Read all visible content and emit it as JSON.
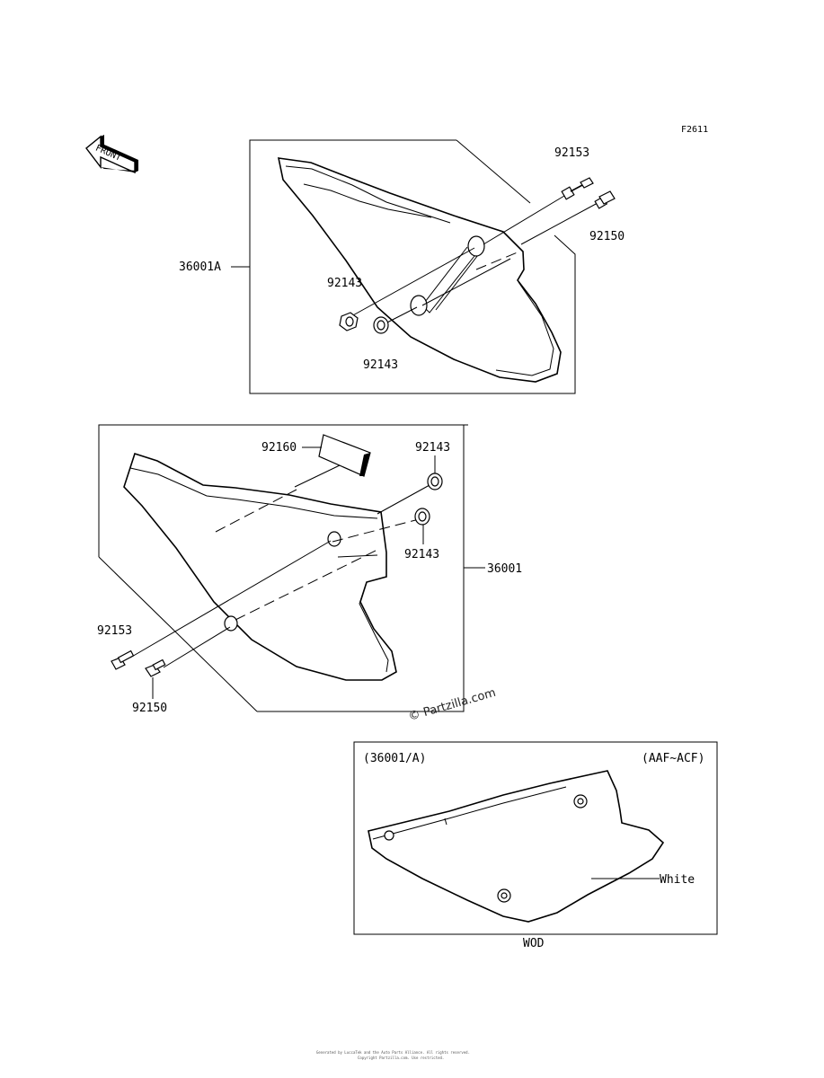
{
  "figure_code": "F2611",
  "front_arrow": {
    "text": "FRONT",
    "icon": "front-arrow-icon"
  },
  "upper_assembly": {
    "side_cover_label": "36001A",
    "bolt_label": "92153",
    "bolt2_label": "92150",
    "grommet_upper_label": "92143",
    "grommet_lower_label": "92143"
  },
  "lower_assembly": {
    "decal_label": "92160",
    "grommet_upper_label": "92143",
    "grommet_lower_label": "92143",
    "side_cover_label": "36001",
    "bolt_label": "92153",
    "bolt2_label": "92150"
  },
  "watermark": "© Partzilla.com",
  "variant_inset": {
    "part_ref": "(36001/A)",
    "models": "(AAF~ACF)",
    "color_label": "White",
    "caption": "WOD"
  },
  "footer_line1": "Generated by LuccaTek and the Auto Parts Alliance. All rights reserved.",
  "footer_line2": "Copyright Partzilla.com. Use restricted."
}
